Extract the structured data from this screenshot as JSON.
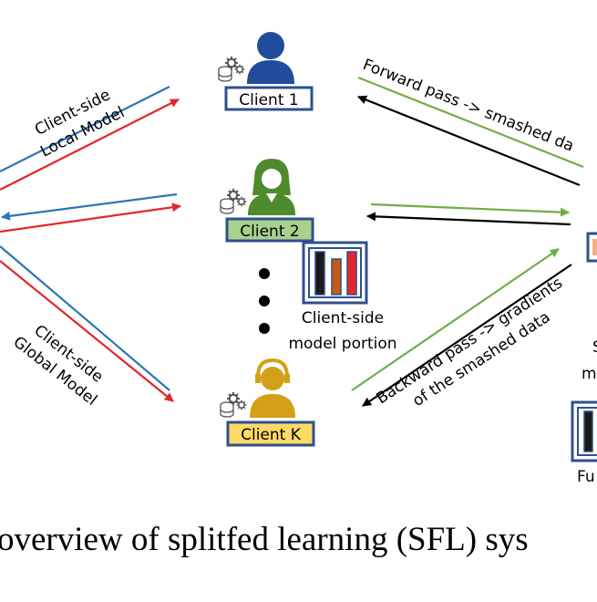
{
  "clients": [
    {
      "label": "Client 1",
      "fill": "#ffffff",
      "border": "#2f4f8f",
      "person_color": "#214c9c",
      "person_kind": "male-icon"
    },
    {
      "label": "Client 2",
      "fill": "#a9d18e",
      "border": "#2f4f8f",
      "person_color": "#4f8a2c",
      "person_kind": "female-icon"
    },
    {
      "label": "Client K",
      "fill": "#ffd966",
      "border": "#2f4f8f",
      "person_color": "#d4a017",
      "person_kind": "headset-icon"
    }
  ],
  "labels": {
    "client_side_local": [
      "Client-side",
      "Local Model"
    ],
    "client_side_global": [
      "Client-side",
      "Global Model"
    ],
    "client_model_portion": [
      "Client-side",
      "model portion"
    ],
    "forward_pass": "Forward pass -> smashed da",
    "backward_pass": [
      "Backward pass -> gradients",
      "of the smashed data"
    ],
    "server_side_partial": [
      "S",
      "m"
    ],
    "full_partial": "Fu"
  },
  "caption": "overview of splitfed learning (SFL) sys",
  "colors": {
    "blue_arrow": "#2e75b6",
    "red_arrow": "#e3262b",
    "green_arrow": "#70ad47",
    "black_arrow": "#000000",
    "box_border": "#2f4f8f"
  }
}
